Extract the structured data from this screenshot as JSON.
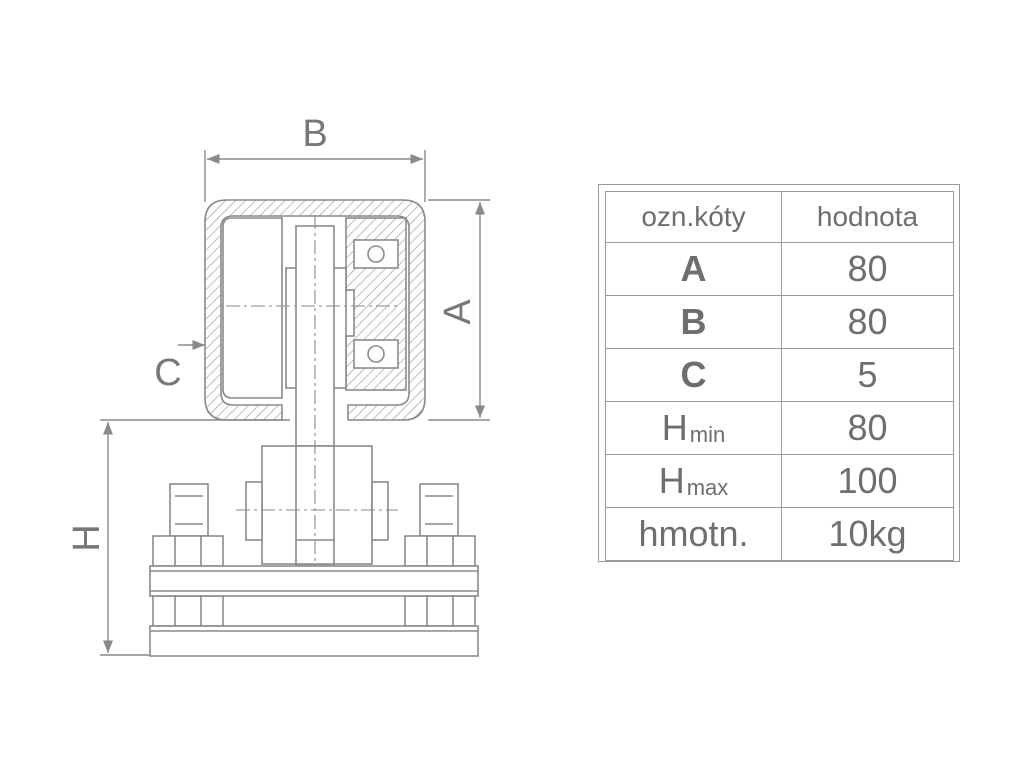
{
  "drawing": {
    "dim_labels": {
      "A": "A",
      "B": "B",
      "C": "C",
      "H": "H"
    }
  },
  "spec_table": {
    "headers": {
      "key": "ozn.kóty",
      "value": "hodnota"
    },
    "rows": [
      {
        "key": "A",
        "suffix": "",
        "value": "80",
        "bold": true
      },
      {
        "key": "B",
        "suffix": "",
        "value": "80",
        "bold": true
      },
      {
        "key": "C",
        "suffix": "",
        "value": "5",
        "bold": true
      },
      {
        "key": "H",
        "suffix": "min",
        "value": "80",
        "bold": false
      },
      {
        "key": "H",
        "suffix": "max",
        "value": "100",
        "bold": false
      },
      {
        "key": "hmotn.",
        "suffix": "",
        "value": "10kg",
        "bold": false
      }
    ]
  },
  "colors": {
    "line": "#8a8a8a",
    "text": "#777777",
    "border": "#9a9a9a"
  }
}
